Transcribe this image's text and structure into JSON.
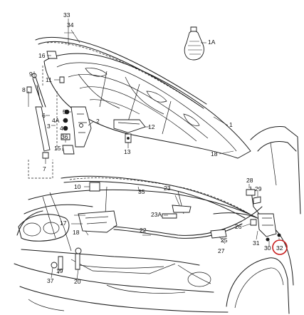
{
  "diagram": {
    "callouts": {
      "c1": "1",
      "c1A": "1A",
      "c2": "2",
      "c3": "3",
      "c4": "4",
      "c4A": "4A",
      "c5": "5",
      "c6": "6",
      "c7": "7",
      "c8": "8",
      "c9": "9",
      "c10": "10",
      "c11": "11",
      "c12": "12",
      "c13": "13",
      "c15": "15",
      "c16": "16",
      "c17": "17",
      "c18": "18",
      "c18B": "18",
      "c19": "19",
      "c20": "20",
      "c22": "22",
      "c23": "23",
      "c23A": "23A",
      "c25": "25",
      "c26": "26",
      "c27": "27",
      "c28": "28",
      "c29": "29",
      "c30": "30",
      "c31": "31",
      "c32": "32",
      "c33": "33",
      "c34": "34",
      "c35": "35",
      "c36": "36",
      "c37": "37"
    },
    "highlight_color": "#c81e1e",
    "line_color": "#1a1a1a"
  }
}
